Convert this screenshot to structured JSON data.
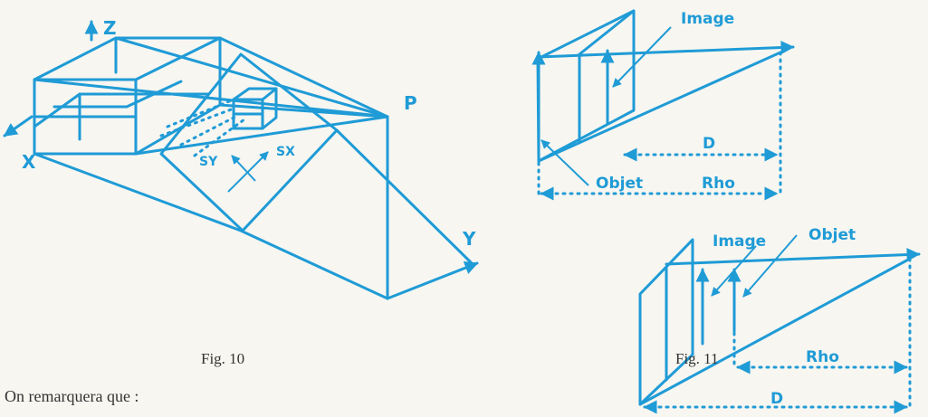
{
  "fig10": {
    "caption": "Fig. 10",
    "labels": {
      "z": "Z",
      "x": "X",
      "y": "Y",
      "p": "P",
      "sy": "SY",
      "sx": "SX"
    }
  },
  "fig11": {
    "caption": "Fig. 11",
    "top": {
      "image": "Image",
      "objet": "Objet",
      "d": "D",
      "rho": "Rho"
    },
    "bottom": {
      "image": "Image",
      "objet": "Objet",
      "rho": "Rho",
      "d": "D"
    }
  },
  "body_text": "On remarquera que :"
}
